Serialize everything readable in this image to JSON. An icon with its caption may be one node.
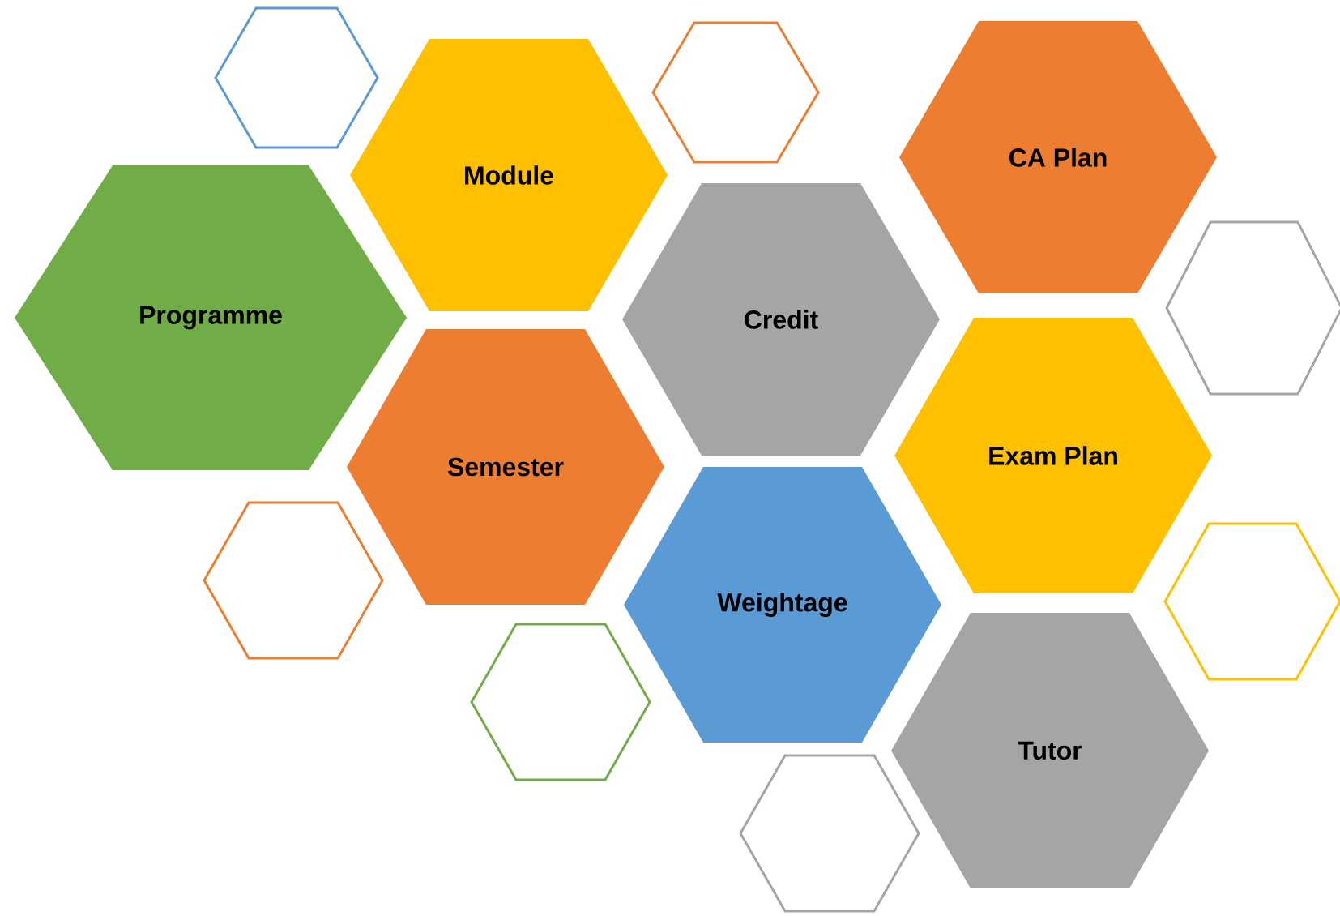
{
  "diagram": {
    "nodes": [
      {
        "text": [],
        "shape": "hexagon"
      },
      {
        "text": [
          "CA Plan"
        ]
      },
      {
        "text": [],
        "shape": "hexagon"
      },
      {
        "text": [
          "Module"
        ]
      },
      {
        "text": [
          "Programme"
        ]
      },
      {
        "text": [
          "Credit"
        ]
      },
      {
        "text": [],
        "shape": "hexagon"
      },
      {
        "text": [
          "Exam Plan"
        ]
      },
      {
        "text": [
          "Semester"
        ]
      },
      {
        "text": [
          "Weightage"
        ]
      },
      {
        "text": [],
        "shape": "hexagon"
      },
      {
        "text": [],
        "shape": "hexagon"
      },
      {
        "text": [
          "Tutor"
        ]
      },
      {
        "text": [],
        "shape": "hexagon"
      },
      {
        "text": [],
        "shape": "hexagon"
      }
    ]
  }
}
